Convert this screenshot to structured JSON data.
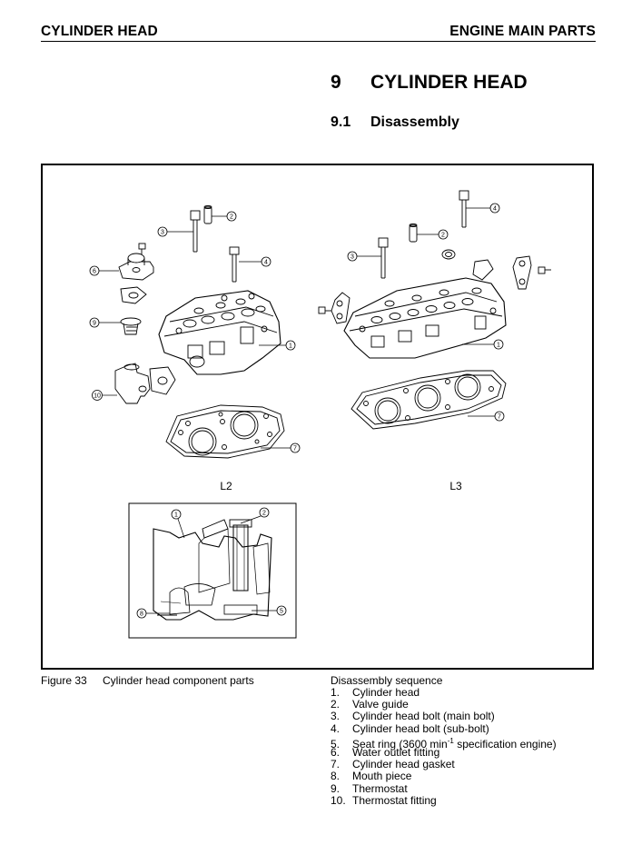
{
  "header": {
    "left": "CYLINDER HEAD",
    "right": "ENGINE MAIN PARTS"
  },
  "section": {
    "number": "9",
    "title": "CYLINDER HEAD",
    "sub_number": "9.1",
    "sub_title": "Disassembly"
  },
  "figure": {
    "number": "Figure 33",
    "caption": "Cylinder head component parts",
    "label_l2": "L2",
    "label_l3": "L3",
    "callouts_l2": [
      "1",
      "2",
      "3",
      "4",
      "6",
      "7",
      "9",
      "10"
    ],
    "callouts_l3": [
      "1",
      "2",
      "3",
      "4",
      "7"
    ],
    "callouts_detail": [
      "1",
      "2",
      "5",
      "8"
    ]
  },
  "sequence": {
    "title": "Disassembly sequence",
    "items": [
      {
        "num": "1.",
        "text": "Cylinder head"
      },
      {
        "num": "2.",
        "text": "Valve guide"
      },
      {
        "num": "3.",
        "text": "Cylinder head bolt (main bolt)"
      },
      {
        "num": "4.",
        "text": "Cylinder head bolt (sub-bolt)"
      },
      {
        "num": "5.",
        "text": "Seat ring (3600 min",
        "sup": "-1",
        "text2": " specification engine)"
      },
      {
        "num": "6.",
        "text": "Water outlet fitting"
      },
      {
        "num": "7.",
        "text": "Cylinder head gasket"
      },
      {
        "num": "8.",
        "text": "Mouth piece"
      },
      {
        "num": "9.",
        "text": "Thermostat"
      },
      {
        "num": "10.",
        "text": "Thermostat fitting"
      }
    ]
  }
}
